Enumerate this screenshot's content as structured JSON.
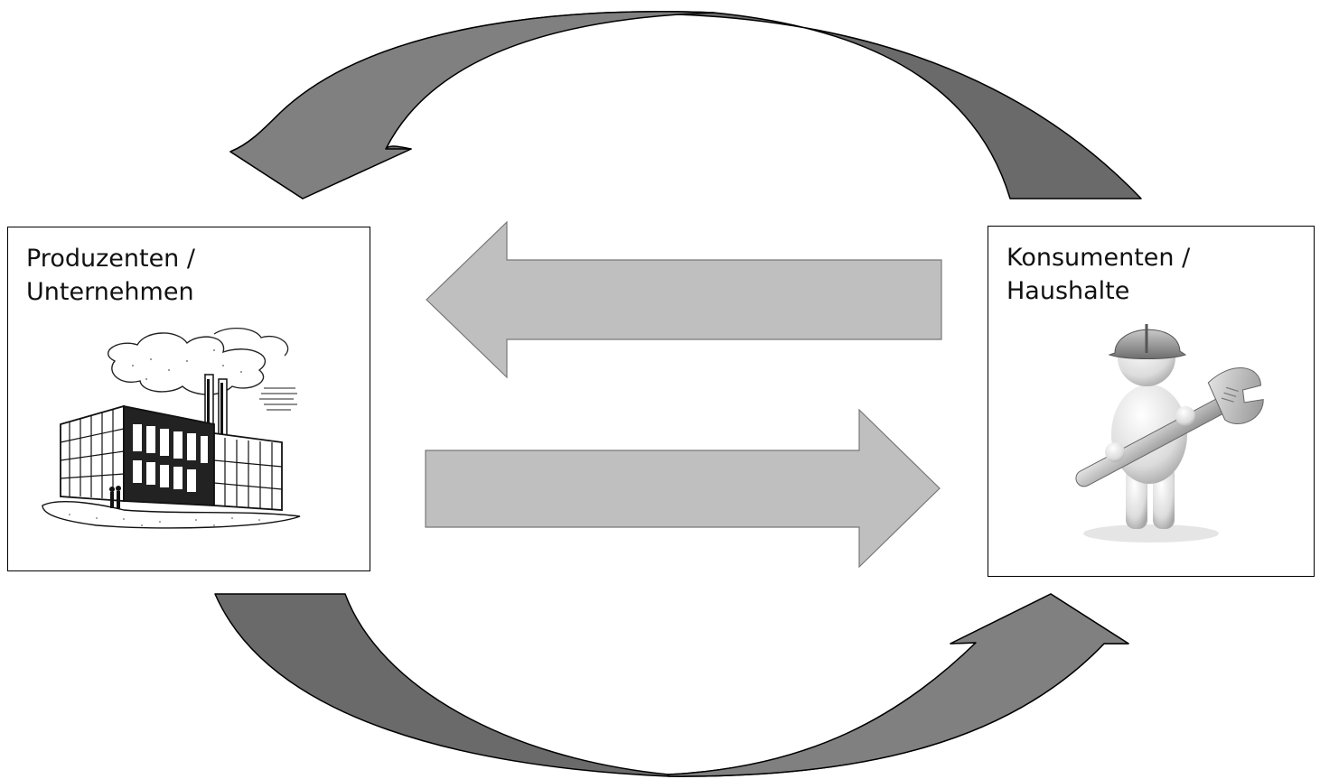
{
  "producer": {
    "label_line1": "Produzenten /",
    "label_line2": "Unternehmen",
    "image": "factory-illustration"
  },
  "consumer": {
    "label_line1": "Konsumenten /",
    "label_line2": "Haushalte",
    "image": "worker-with-wrench-illustration"
  },
  "colors": {
    "curved_arrow_dark": "#666666",
    "curved_arrow_mid": "#7a7a7a",
    "straight_arrow": "#bfbfbf",
    "outline": "#000000"
  }
}
